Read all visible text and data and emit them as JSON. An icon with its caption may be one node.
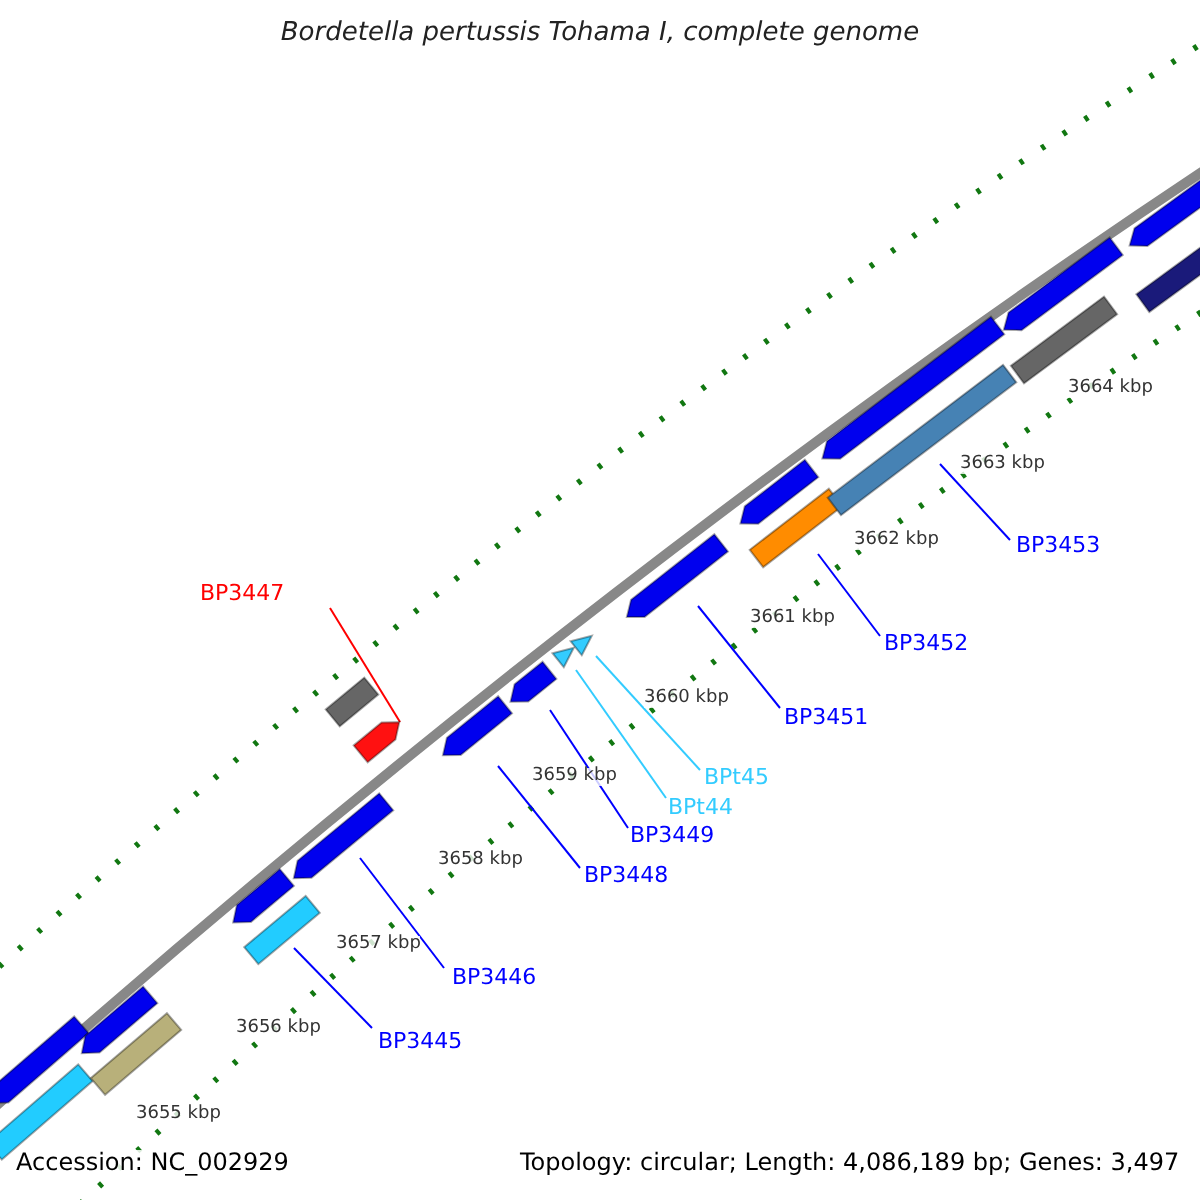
{
  "diagram": {
    "title": "Bordetella pertussis Tohama I, complete genome",
    "nodes": [
      {
        "text": [
          "BP3447"
        ]
      },
      {
        "text": [],
        "shape": "arrow"
      },
      {
        "text": [
          "BP3445"
        ]
      },
      {
        "text": [],
        "shape": "box"
      },
      {
        "text": [
          "BP3446"
        ]
      },
      {
        "text": [],
        "shape": "arrow"
      },
      {
        "text": [
          "BP3448"
        ]
      },
      {
        "text": [],
        "shape": "arrow"
      },
      {
        "text": [
          "BP3449"
        ]
      },
      {
        "text": [],
        "shape": "arrow"
      },
      {
        "text": [
          "BPt44"
        ]
      },
      {
        "text": [],
        "shape": "arrow"
      },
      {
        "text": [
          "BPt45"
        ]
      },
      {
        "text": [],
        "shape": "arrow"
      },
      {
        "text": [
          "BP3451"
        ]
      },
      {
        "text": [],
        "shape": "arrow"
      },
      {
        "text": [
          "BP3452"
        ]
      },
      {
        "text": [],
        "shape": "box"
      },
      {
        "text": [
          "BP3453"
        ]
      },
      {
        "text": [],
        "shape": "box"
      },
      {
        "text": [],
        "shape": "box"
      },
      {
        "text": [],
        "shape": "arrow"
      },
      {
        "text": [],
        "shape": "box"
      },
      {
        "text": [],
        "shape": "arrow"
      },
      {
        "text": [],
        "shape": "arrow"
      },
      {
        "text": [],
        "shape": "box"
      },
      {
        "text": [],
        "shape": "arrow"
      },
      {
        "text": [],
        "shape": "arrow"
      },
      {
        "text": [],
        "shape": "arrow"
      },
      {
        "text": [],
        "shape": "box"
      },
      {
        "text": [],
        "shape": "arrow"
      },
      {
        "text": [],
        "shape": "box"
      }
    ],
    "edges": [
      {
        "from": 0,
        "to": 1,
        "arrow": "none",
        "color": "#ff0000"
      },
      {
        "from": 2,
        "to": 3,
        "arrow": "none"
      },
      {
        "from": 4,
        "to": 5,
        "arrow": "none"
      },
      {
        "from": 6,
        "to": 7,
        "arrow": "none"
      },
      {
        "from": 8,
        "to": 9,
        "arrow": "none"
      },
      {
        "from": 10,
        "to": 11,
        "arrow": "none",
        "color": "#33ccff"
      },
      {
        "from": 12,
        "to": 13,
        "arrow": "none",
        "color": "#33ccff"
      },
      {
        "from": 14,
        "to": 15,
        "arrow": "none"
      },
      {
        "from": 16,
        "to": 17,
        "arrow": "none"
      },
      {
        "from": 18,
        "to": 19,
        "arrow": "none"
      }
    ],
    "labels": [
      "3664 kbp",
      "3663 kbp",
      "3662 kbp",
      "3661 kbp",
      "3660 kbp",
      "3659 kbp",
      "3658 kbp",
      "3657 kbp",
      "3656 kbp",
      "3655 kbp",
      "Accession: NC_002929",
      "Topology: circular; Length: 4,086,189 bp; Genes: 3,497"
    ]
  }
}
